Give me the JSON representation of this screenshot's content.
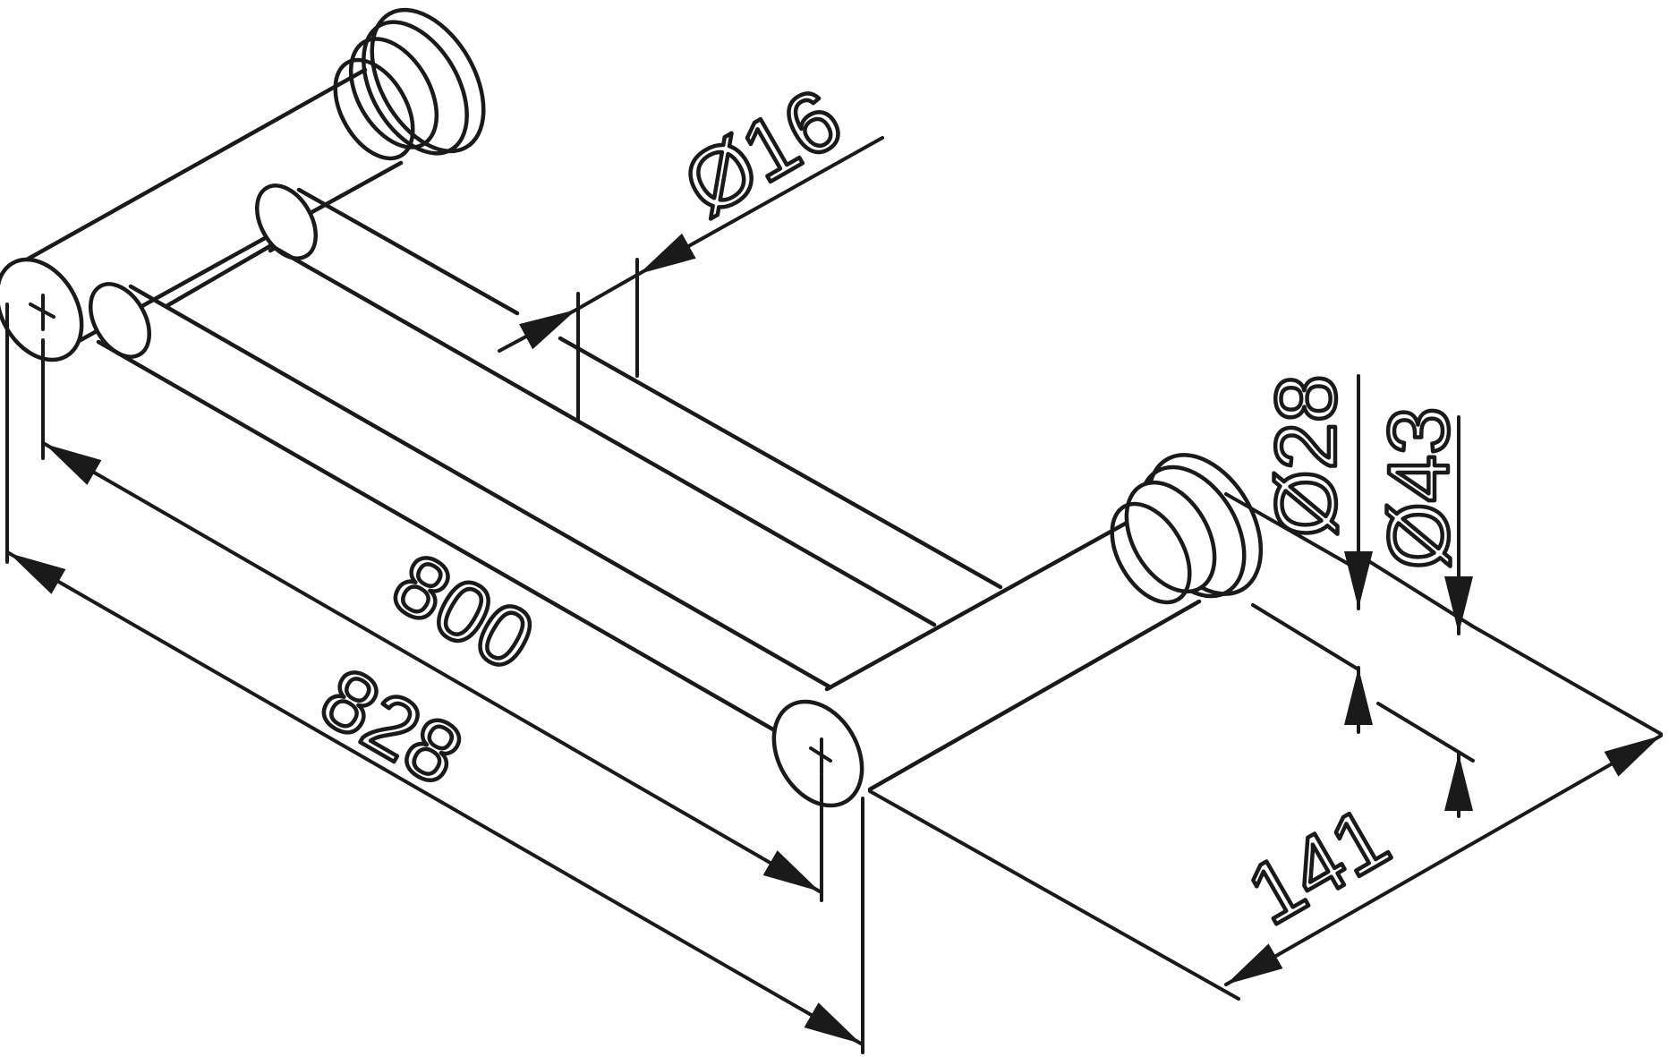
{
  "drawing": {
    "dimensions": {
      "overall_length": "828",
      "center_distance": "800",
      "projection": "141",
      "tube_diameter": "Ø16",
      "post_diameter": "Ø28",
      "rosette_diameter": "Ø43"
    }
  },
  "colors": {
    "line": "#1a1a1a",
    "background": "#ffffff"
  }
}
